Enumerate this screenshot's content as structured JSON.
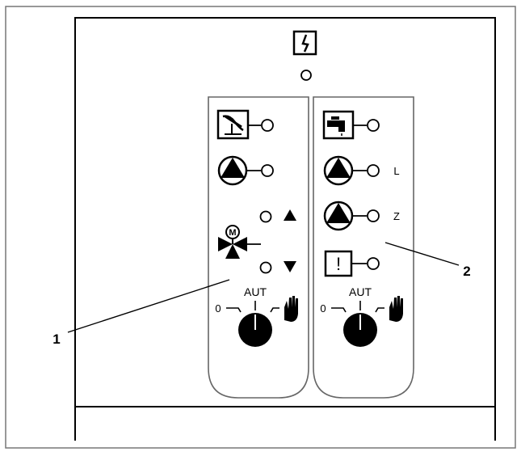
{
  "callouts": {
    "left": "1",
    "right": "2"
  },
  "left_module": {
    "selector": {
      "mode_auto": "AUT",
      "mode_off": "0"
    },
    "icons": [
      "floor-heating-icon",
      "pump-icon",
      "mixing-valve-icon",
      "hand-icon"
    ],
    "valve_arrows": [
      "triangle-up-icon",
      "triangle-down-icon"
    ]
  },
  "right_module": {
    "pump_labels": {
      "first": "L",
      "second": "Z"
    },
    "selector": {
      "mode_auto": "AUT",
      "mode_off": "0"
    },
    "icons": [
      "tap-icon",
      "pump-icon",
      "pump-icon",
      "warning-icon",
      "hand-icon"
    ],
    "warning_symbol": "!"
  },
  "top": {
    "icons": [
      "fault-icon"
    ]
  },
  "colors": {
    "line": "#000000",
    "background": "#ffffff"
  }
}
